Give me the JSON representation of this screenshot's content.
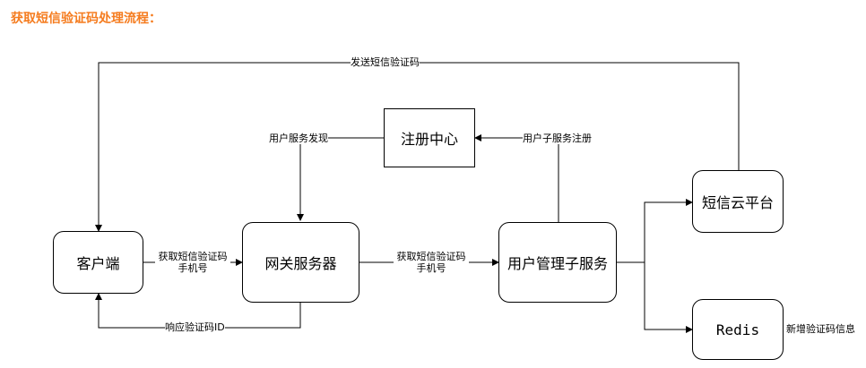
{
  "heading": "获取短信验证码处理流程：",
  "nodes": {
    "client": "客户端",
    "gateway": "网关服务器",
    "registry": "注册中心",
    "user_service": "用户管理子服务",
    "sms_cloud": "短信云平台",
    "redis": "Redis"
  },
  "edges": {
    "send_sms": "发送短信验证码",
    "discovery": "用户服务发现",
    "register": "用户子服务注册",
    "client_to_gateway_1": "获取短信验证码",
    "client_to_gateway_2": "手机号",
    "gateway_to_user_1": "获取短信验证码",
    "gateway_to_user_2": "手机号",
    "response": "响应验证码ID",
    "redis_note": "新增验证码信息"
  },
  "colors": {
    "heading": "#f57c1f",
    "line": "#000000"
  }
}
